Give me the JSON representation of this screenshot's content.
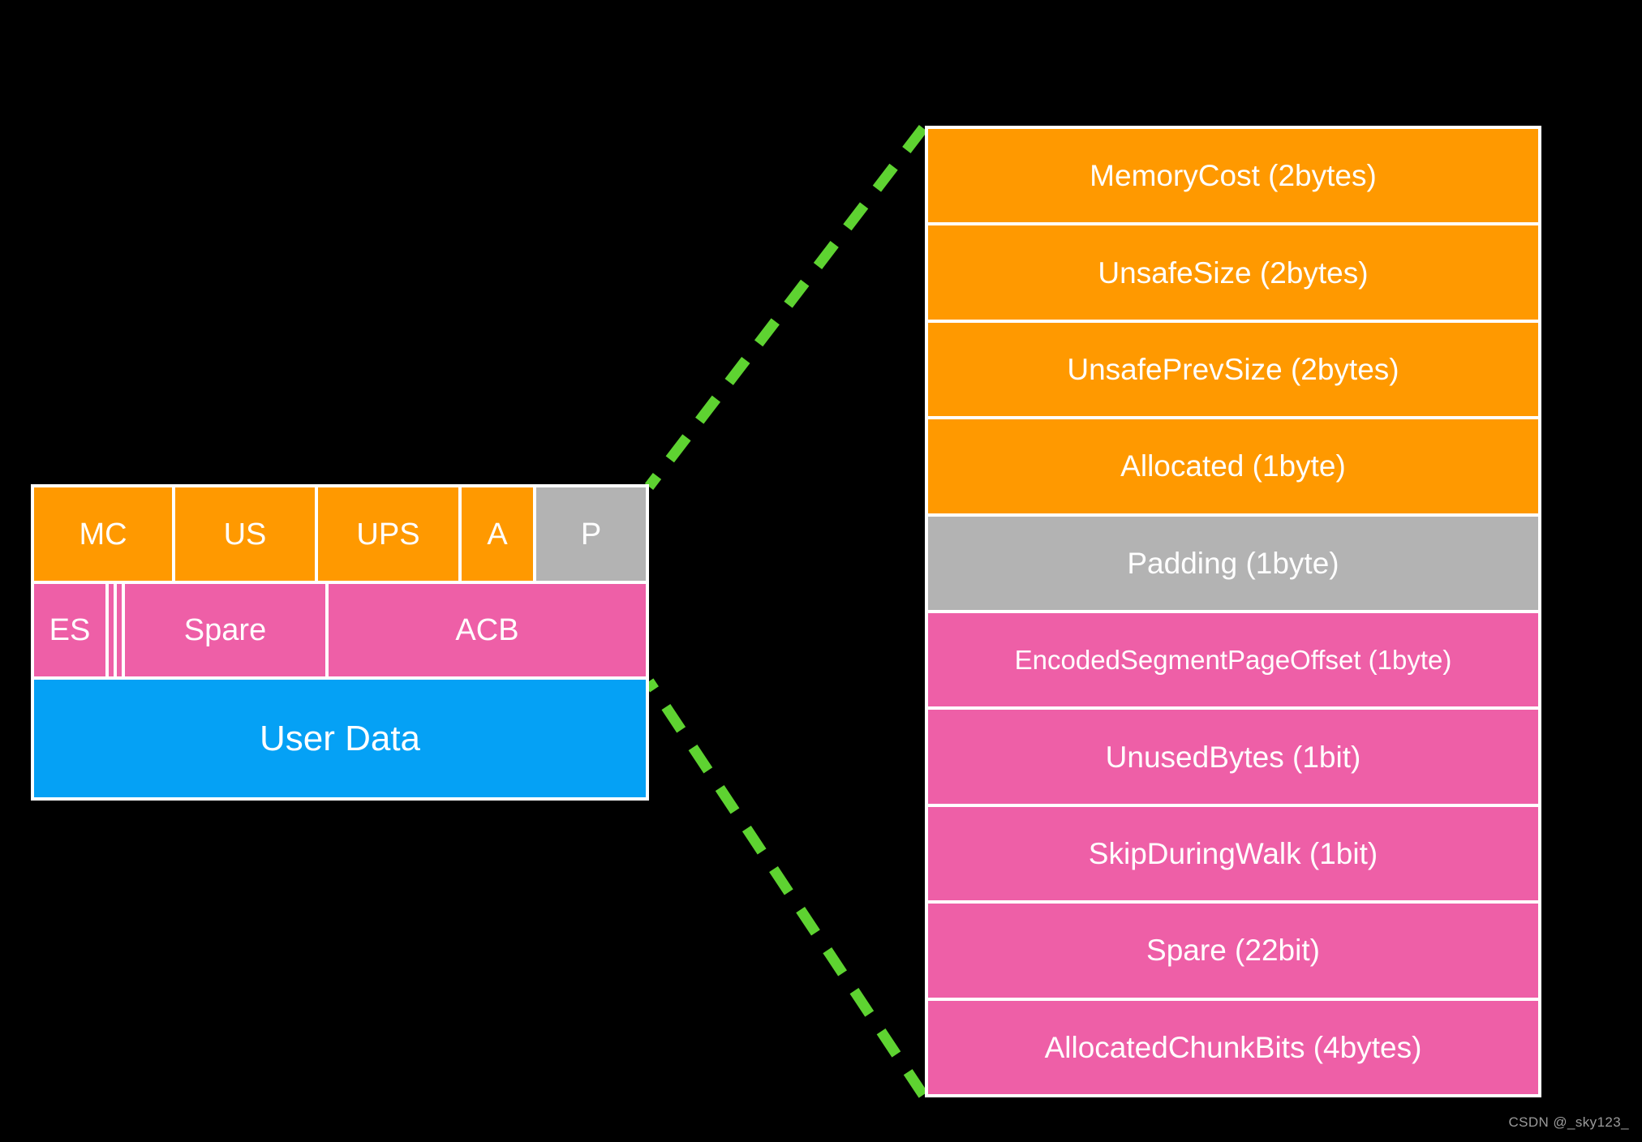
{
  "colors": {
    "background": "#000000",
    "orange": "#ff9900",
    "gray": "#b3b3b3",
    "pink": "#ee5fa7",
    "blue": "#05a1f5",
    "border": "#ffffff",
    "connector_green": "#5ed331",
    "text": "#ffffff"
  },
  "compact_chunk": {
    "header_row": [
      {
        "label": "MC",
        "color": "#ff9900"
      },
      {
        "label": "US",
        "color": "#ff9900"
      },
      {
        "label": "UPS",
        "color": "#ff9900"
      },
      {
        "label": "A",
        "color": "#ff9900"
      },
      {
        "label": "P",
        "color": "#b3b3b3"
      }
    ],
    "flags_row": [
      {
        "label": "ES",
        "color": "#ee5fa7"
      },
      {
        "label": "",
        "color": "#ee5fa7"
      },
      {
        "label": "",
        "color": "#ee5fa7"
      },
      {
        "label": "Spare",
        "color": "#ee5fa7"
      },
      {
        "label": "ACB",
        "color": "#ee5fa7"
      }
    ],
    "data_row": [
      {
        "label": "User Data",
        "color": "#05a1f5"
      }
    ]
  },
  "expanded_fields": [
    {
      "label": "MemoryCost (2bytes)",
      "color": "#ff9900",
      "size": "2bytes"
    },
    {
      "label": "UnsafeSize (2bytes)",
      "color": "#ff9900",
      "size": "2bytes"
    },
    {
      "label": "UnsafePrevSize (2bytes)",
      "color": "#ff9900",
      "size": "2bytes"
    },
    {
      "label": "Allocated (1byte)",
      "color": "#ff9900",
      "size": "1byte"
    },
    {
      "label": "Padding (1byte)",
      "color": "#b3b3b3",
      "size": "1byte"
    },
    {
      "label": "EncodedSegmentPageOffset (1byte)",
      "color": "#ee5fa7",
      "size": "1byte"
    },
    {
      "label": "UnusedBytes (1bit)",
      "color": "#ee5fa7",
      "size": "1bit"
    },
    {
      "label": "SkipDuringWalk (1bit)",
      "color": "#ee5fa7",
      "size": "1bit"
    },
    {
      "label": "Spare (22bit)",
      "color": "#ee5fa7",
      "size": "22bit"
    },
    {
      "label": "AllocatedChunkBits (4bytes)",
      "color": "#ee5fa7",
      "size": "4bytes"
    }
  ],
  "watermark": {
    "text": "CSDN @_sky123_"
  }
}
